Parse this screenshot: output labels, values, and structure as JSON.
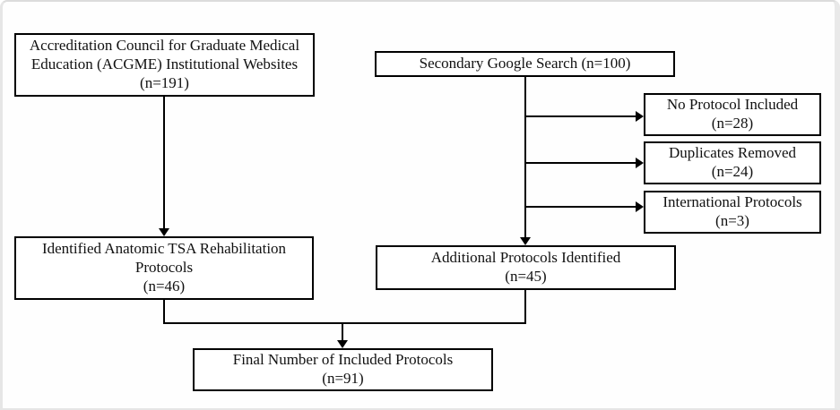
{
  "diagram": {
    "type": "flowchart",
    "nodes": {
      "acgme": {
        "label": "Accreditation Council for Graduate Medical Education (ACGME) Institutional Websites",
        "count": "(n=191)"
      },
      "google": {
        "label": "Secondary Google Search (n=100)"
      },
      "no_protocol": {
        "label": "No Protocol Included",
        "count": "(n=28)"
      },
      "duplicates": {
        "label": "Duplicates Removed",
        "count": "(n=24)"
      },
      "international": {
        "label": "International Protocols",
        "count": "(n=3)"
      },
      "identified": {
        "label": "Identified Anatomic TSA Rehabilitation Protocols",
        "count": "(n=46)"
      },
      "additional": {
        "label": "Additional Protocols Identified",
        "count": "(n=45)"
      },
      "final": {
        "label": "Final Number of Included Protocols",
        "count": "(n=91)"
      }
    },
    "edges": [
      {
        "from": "acgme",
        "to": "identified"
      },
      {
        "from": "google",
        "to": "no_protocol"
      },
      {
        "from": "google",
        "to": "duplicates"
      },
      {
        "from": "google",
        "to": "international"
      },
      {
        "from": "google",
        "to": "additional"
      },
      {
        "from": "identified",
        "to": "final"
      },
      {
        "from": "additional",
        "to": "final"
      }
    ],
    "colors": {
      "box_border": "#000000",
      "background": "#ffffff",
      "frame": "#e6e6e6",
      "text": "#111111"
    }
  }
}
